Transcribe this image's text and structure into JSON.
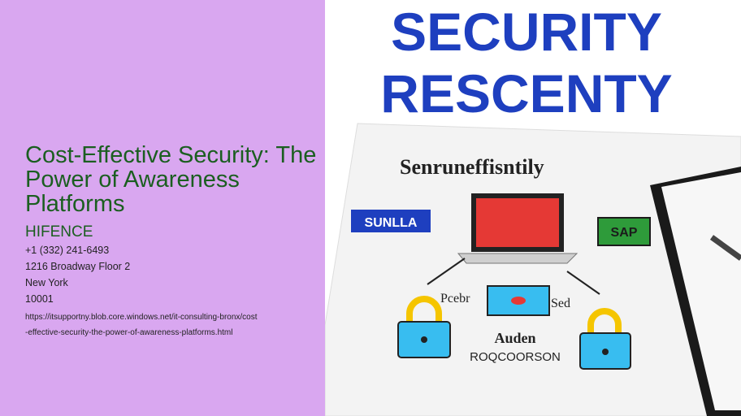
{
  "left_panel": {
    "title": "Cost-Effective Security: The Power of Awareness Platforms",
    "company": "HIFENCE",
    "phone": "+1 (332) 241-6493",
    "address_line": "1216 Broadway Floor 2",
    "city": "New York",
    "zip": "10001",
    "url_line1": "https://itsupportny.blob.core.windows.net/it-consulting-bronx/cost",
    "url_line2": "-effective-security-the-power-of-awareness-platforms.html"
  },
  "illustration": {
    "headline_line1": "SECURITY",
    "headline_line2": "RESCENTY",
    "card_heading": "Senruneffisntily",
    "left_badge": "SUNLLA",
    "right_badge": "SAP",
    "label_left": "Pcebr",
    "label_right": "Sed",
    "center_label": "Auden",
    "bottom_label": "ROQCOORSON",
    "colors": {
      "blue": "#1e3fbf",
      "red": "#e53935",
      "cyan": "#38bdf0",
      "yellow": "#f5c500",
      "green": "#2e9b3a"
    }
  }
}
